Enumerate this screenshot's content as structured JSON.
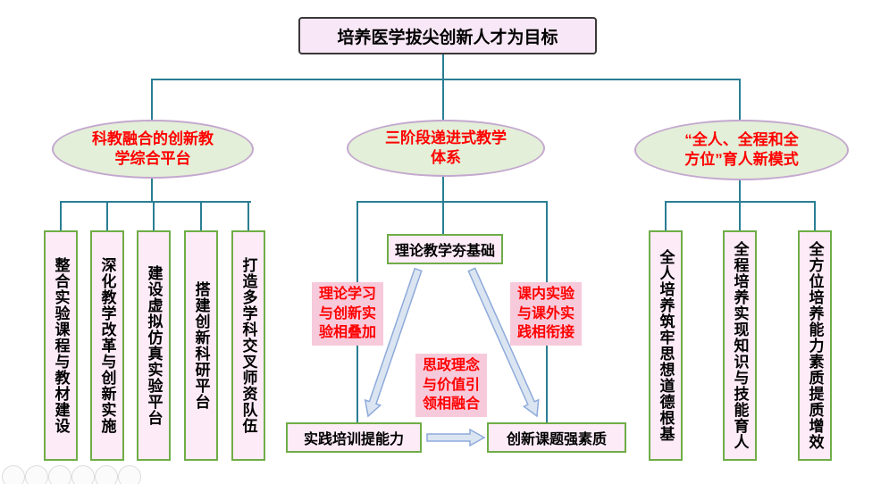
{
  "colors": {
    "connector_line": "#2a7e93",
    "title_fill": "#f8e7f6",
    "ellipse_fill": "#e3efd8",
    "box_fill": "#fdebf8",
    "box_border_green": "#6fad47",
    "red_text": "#ff0000",
    "label_pink": "#f7cadb",
    "arrow_fill": "#dbe5f1",
    "arrow_stroke": "#8eaadb"
  },
  "title": "培养医学拔尖创新人才为目标",
  "left_branch": {
    "label": "科教融合的创新教\n学综合平台",
    "items": [
      "整合实验课程与教材建设",
      "深化教学改革与创新实施",
      "建设虚拟仿真实验平台",
      "搭建创新科研平台",
      "打造多学科交叉师资队伍"
    ]
  },
  "middle_branch": {
    "label": "三阶段递进式教学\n体系",
    "top_box": "理论教学夯基础",
    "bottom_left_box": "实践培训提能力",
    "bottom_right_box": "创新课题强素质",
    "left_label": "理论学习\n与创新实\n验相叠加",
    "right_label": "课内实验\n与课外实\n践相衔接",
    "center_label": "思政理念\n与价值引\n领相融合"
  },
  "right_branch": {
    "label": "“全人、全程和全\n方位”育人新模式",
    "items": [
      "全人培养筑牢思想道德根基",
      "全程培养实现知识与技能育人",
      "全方位培养能力素质提质增效"
    ]
  }
}
